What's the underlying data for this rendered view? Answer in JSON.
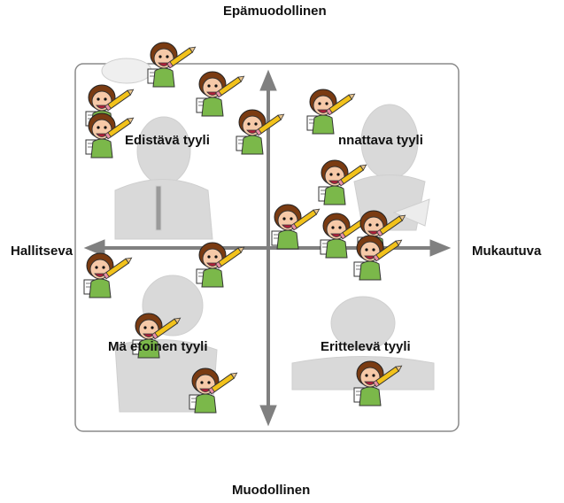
{
  "axes": {
    "top": "Epämuodollinen",
    "bottom": "Muodollinen",
    "left": "Hallitseva",
    "right": "Mukautuva"
  },
  "quadrants": {
    "top_left": "Edistävä tyyli",
    "top_right": "nnattava tyyli",
    "bottom_left": "Mä etoinen tyyli",
    "bottom_right": "Erittelevä tyyli"
  },
  "colors": {
    "frame": "#8a8a8a",
    "arrow": "#808080",
    "background_figure": "#d6d6d6",
    "figure_dark": "#b8b8b8"
  },
  "icons": {
    "figure": "student-with-pencil-icon"
  }
}
